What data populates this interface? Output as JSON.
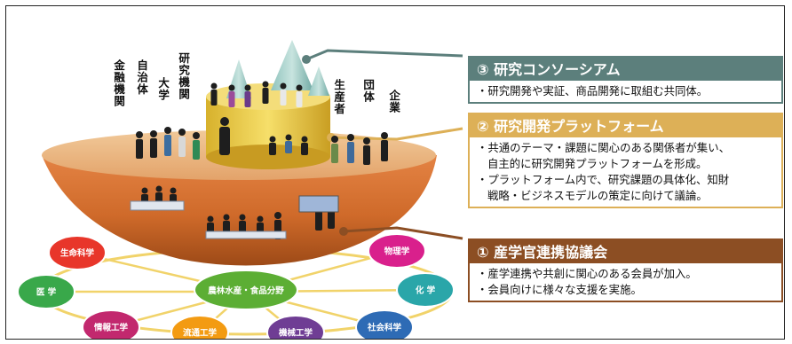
{
  "labels_left": [
    "金融機関",
    "自治体",
    "大学",
    "研究機関"
  ],
  "labels_right": [
    "生産者",
    "団体",
    "企業"
  ],
  "callouts": [
    {
      "title": "③ 研究コンソーシアム",
      "color": "#5c7f7c",
      "lines": [
        "・研究開発や実証、商品開発に取組む共同体。"
      ]
    },
    {
      "title": "② 研究開発プラットフォーム",
      "color": "#ddb057",
      "lines": [
        "・共通のテーマ・課題に関心のある関係者が集い、",
        "自主的に研究開発プラットフォームを形成。",
        "・プラットフォーム内で、研究課題の具体化、知財",
        "戦略・ビジネスモデルの策定に向けて議論。"
      ]
    },
    {
      "title": "① 産学官連携協議会",
      "color": "#8c4e23",
      "lines": [
        "・産学連携や共創に関心のある会員が加入。",
        "・会員向けに様々な支援を実施。"
      ]
    }
  ],
  "network": {
    "center": {
      "label": "農林水産・食品分野",
      "color": "#5cae34"
    },
    "nodes": [
      {
        "label": "生命科学",
        "color": "#e8362a"
      },
      {
        "label": "物理学",
        "color": "#d9208c"
      },
      {
        "label": "医 学",
        "color": "#39a84a"
      },
      {
        "label": "化 学",
        "color": "#2aa6a9"
      },
      {
        "label": "情報工学",
        "color": "#c2286e"
      },
      {
        "label": "流通工学",
        "color": "#f39b12"
      },
      {
        "label": "機械工学",
        "color": "#6f3d94"
      },
      {
        "label": "社会科学",
        "color": "#2e6bb5"
      }
    ]
  }
}
